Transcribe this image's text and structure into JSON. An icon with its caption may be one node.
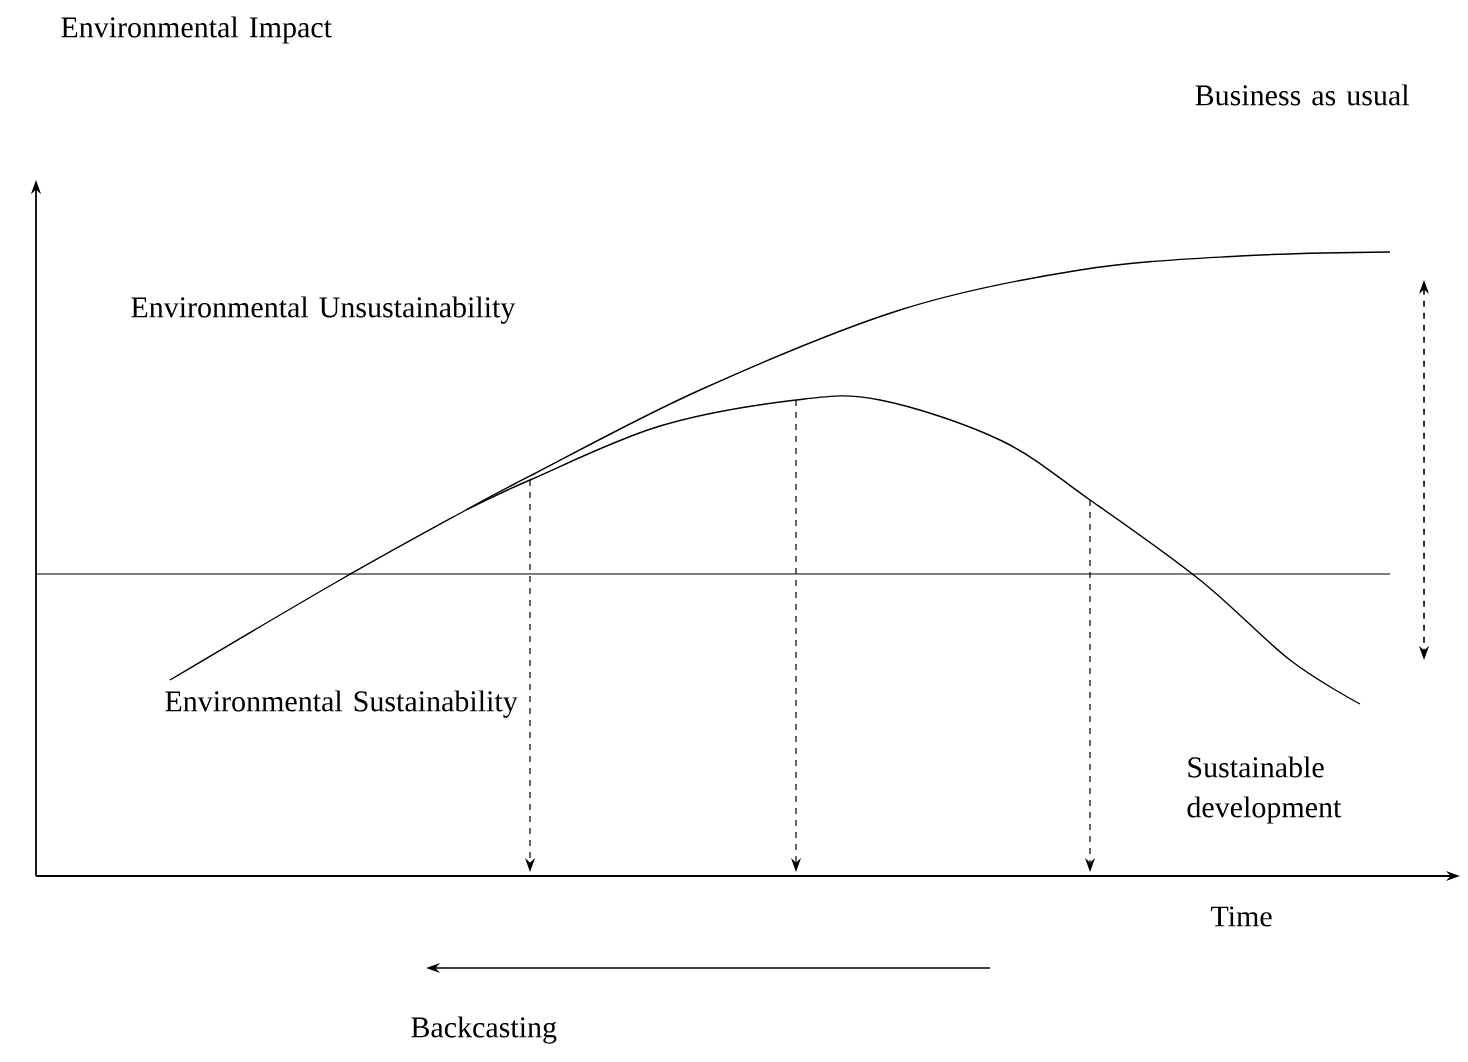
{
  "diagram": {
    "labels": [
      "Environmental Impact",
      "Business as usual",
      "Environmental Unsustainability",
      "Environmental Sustainability",
      "Sustainable development",
      "Time",
      "Backcasting"
    ]
  }
}
